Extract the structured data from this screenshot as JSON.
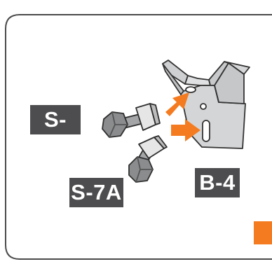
{
  "parts": {
    "bolt_label_1": "S-7A",
    "bolt_label_2": "S-7A",
    "bracket_label": "B-4"
  },
  "colors": {
    "arrow": "#f47b20",
    "label_bg": "#4d4d4f",
    "label_text": "#ffffff",
    "tab": "#f47b20",
    "frame": "#4a4a4a",
    "metal": "#d4d5d6",
    "bolt": "#8a8c8e"
  },
  "icons": [
    "bracket",
    "bolt",
    "arrow",
    "page-tab"
  ]
}
